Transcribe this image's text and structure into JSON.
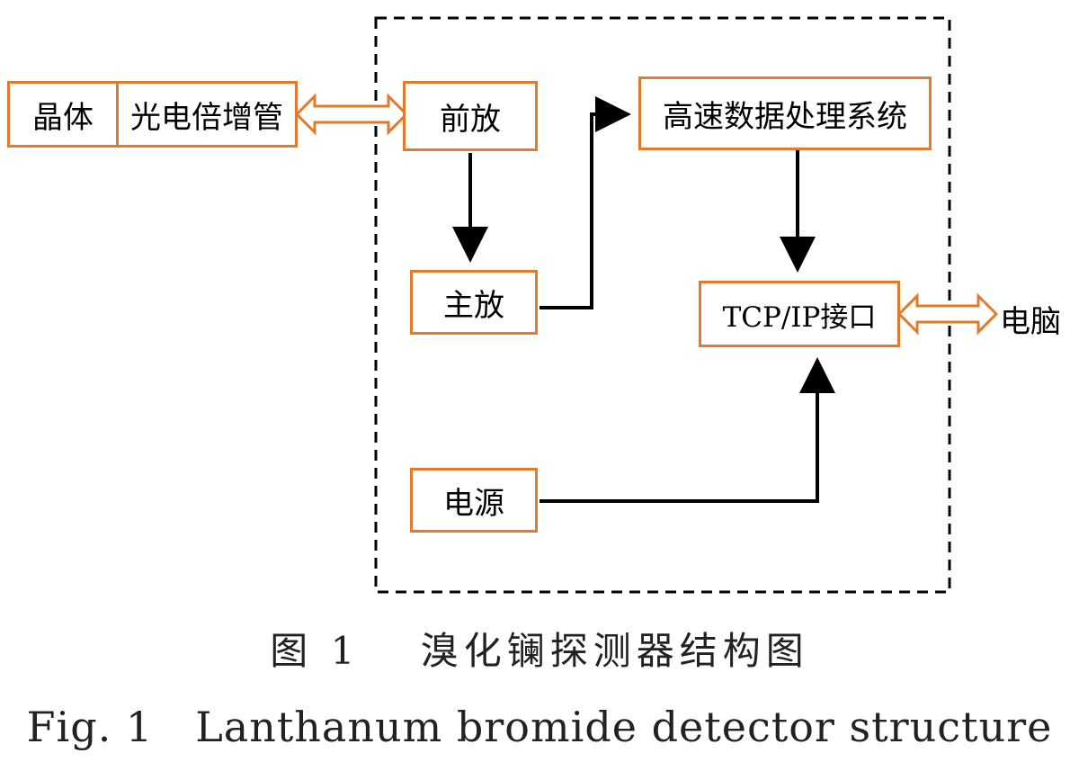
{
  "diagram": {
    "crystal": "晶体",
    "pmt": "光电倍增管",
    "preamp": "前放",
    "main_amp": "主放",
    "processing": "高速数据处理系统",
    "tcp_ip": "TCP/IP接口",
    "power": "电源",
    "computer": "电脑"
  },
  "caption": {
    "cn": "图 1　 溴化镧探测器结构图",
    "en": "Fig. 1　Lanthanum bromide detector structure"
  },
  "colors": {
    "box_border": "#E07B2E",
    "arrow": "#000000",
    "dashed_frame": "#000000"
  }
}
